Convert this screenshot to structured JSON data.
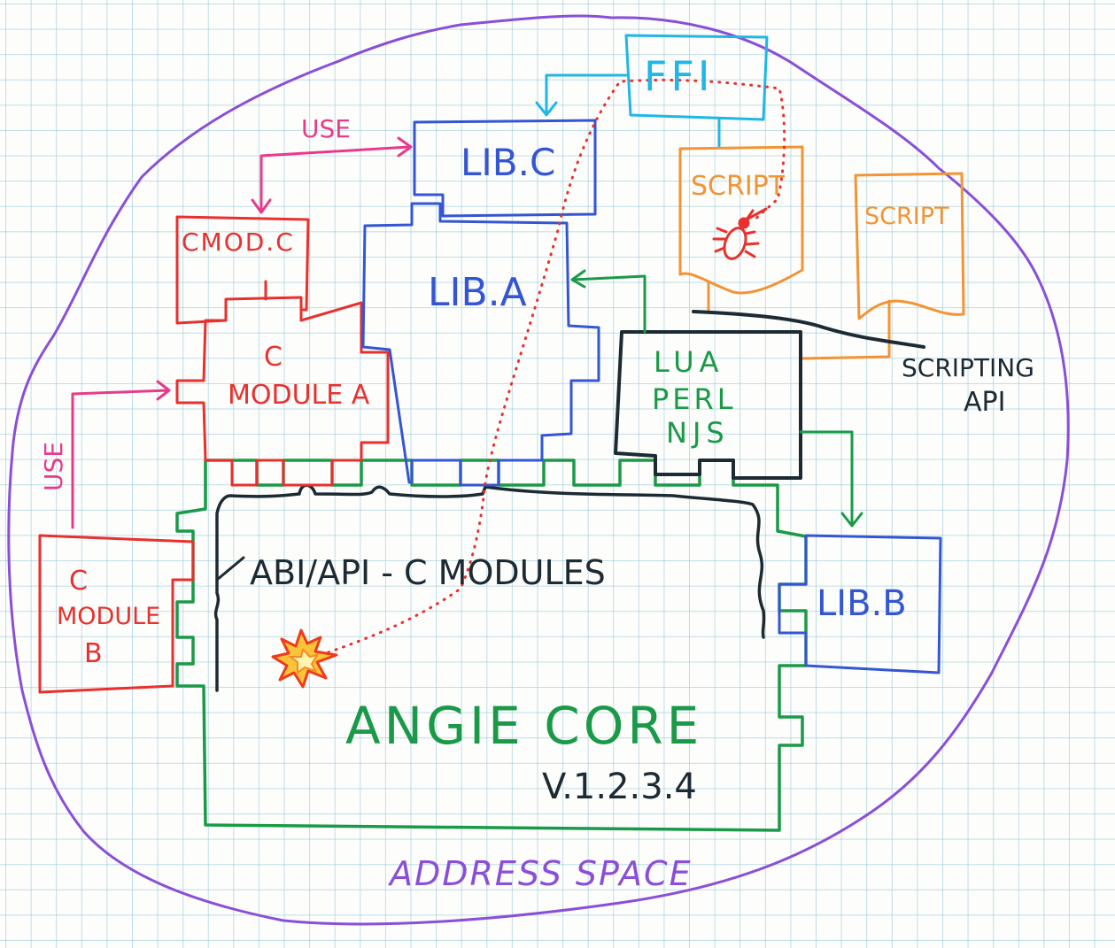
{
  "diagram": {
    "title": "Angie address space architecture",
    "colors": {
      "address_space": "#8a4fd8",
      "core": "#1a9a48",
      "c_module": "#e8302e",
      "library": "#3455d4",
      "ffi": "#1eb7e6",
      "script": "#f39434",
      "scripting_api": "#1c2a33",
      "use_arrow": "#e83a8a",
      "bug_path": "#e8302e"
    },
    "nodes": {
      "address_space": {
        "label": "ADDRESS SPACE"
      },
      "core": {
        "label": "ANGIE CORE",
        "version": "V.1.2.3.4"
      },
      "abi": {
        "label": "ABI/API - C MODULES"
      },
      "lib_a": {
        "label": "LIB.A"
      },
      "lib_b": {
        "label": "LIB.B"
      },
      "lib_c": {
        "label": "LIB.C"
      },
      "ffi": {
        "label": "FFI"
      },
      "cmod_c": {
        "label": "CMOD.C"
      },
      "c_module_a": {
        "line1": "C",
        "line2": "MODULE A"
      },
      "c_module_b": {
        "line1": "C",
        "line2": "MODULE",
        "line3": "B"
      },
      "script_1": {
        "label": "SCRIPT"
      },
      "script_2": {
        "label": "SCRIPT"
      },
      "lua": {
        "line1": "LUA",
        "line2": "PERL",
        "line3": "NJS"
      },
      "scripting_api": {
        "line1": "SCRIPTING",
        "line2": "API"
      }
    },
    "edges": {
      "use_top": {
        "label": "USE",
        "from": "CMOD.C",
        "to": "LIB.C"
      },
      "use_left": {
        "label": "USE",
        "from": "C MODULE B",
        "to": "C MODULE A"
      },
      "ffi_to_libc": {
        "from": "FFI",
        "to": "LIB.C"
      },
      "ffi_to_script": {
        "from": "FFI",
        "to": "SCRIPT"
      },
      "lua_to_liba": {
        "from": "LUA/PERL/NJS",
        "to": "LIB.A"
      },
      "lua_to_libb": {
        "from": "LUA/PERL/NJS",
        "to": "LIB.B"
      },
      "bug_path": {
        "from": "SCRIPT bug",
        "to": "ANGIE CORE crash"
      }
    }
  }
}
